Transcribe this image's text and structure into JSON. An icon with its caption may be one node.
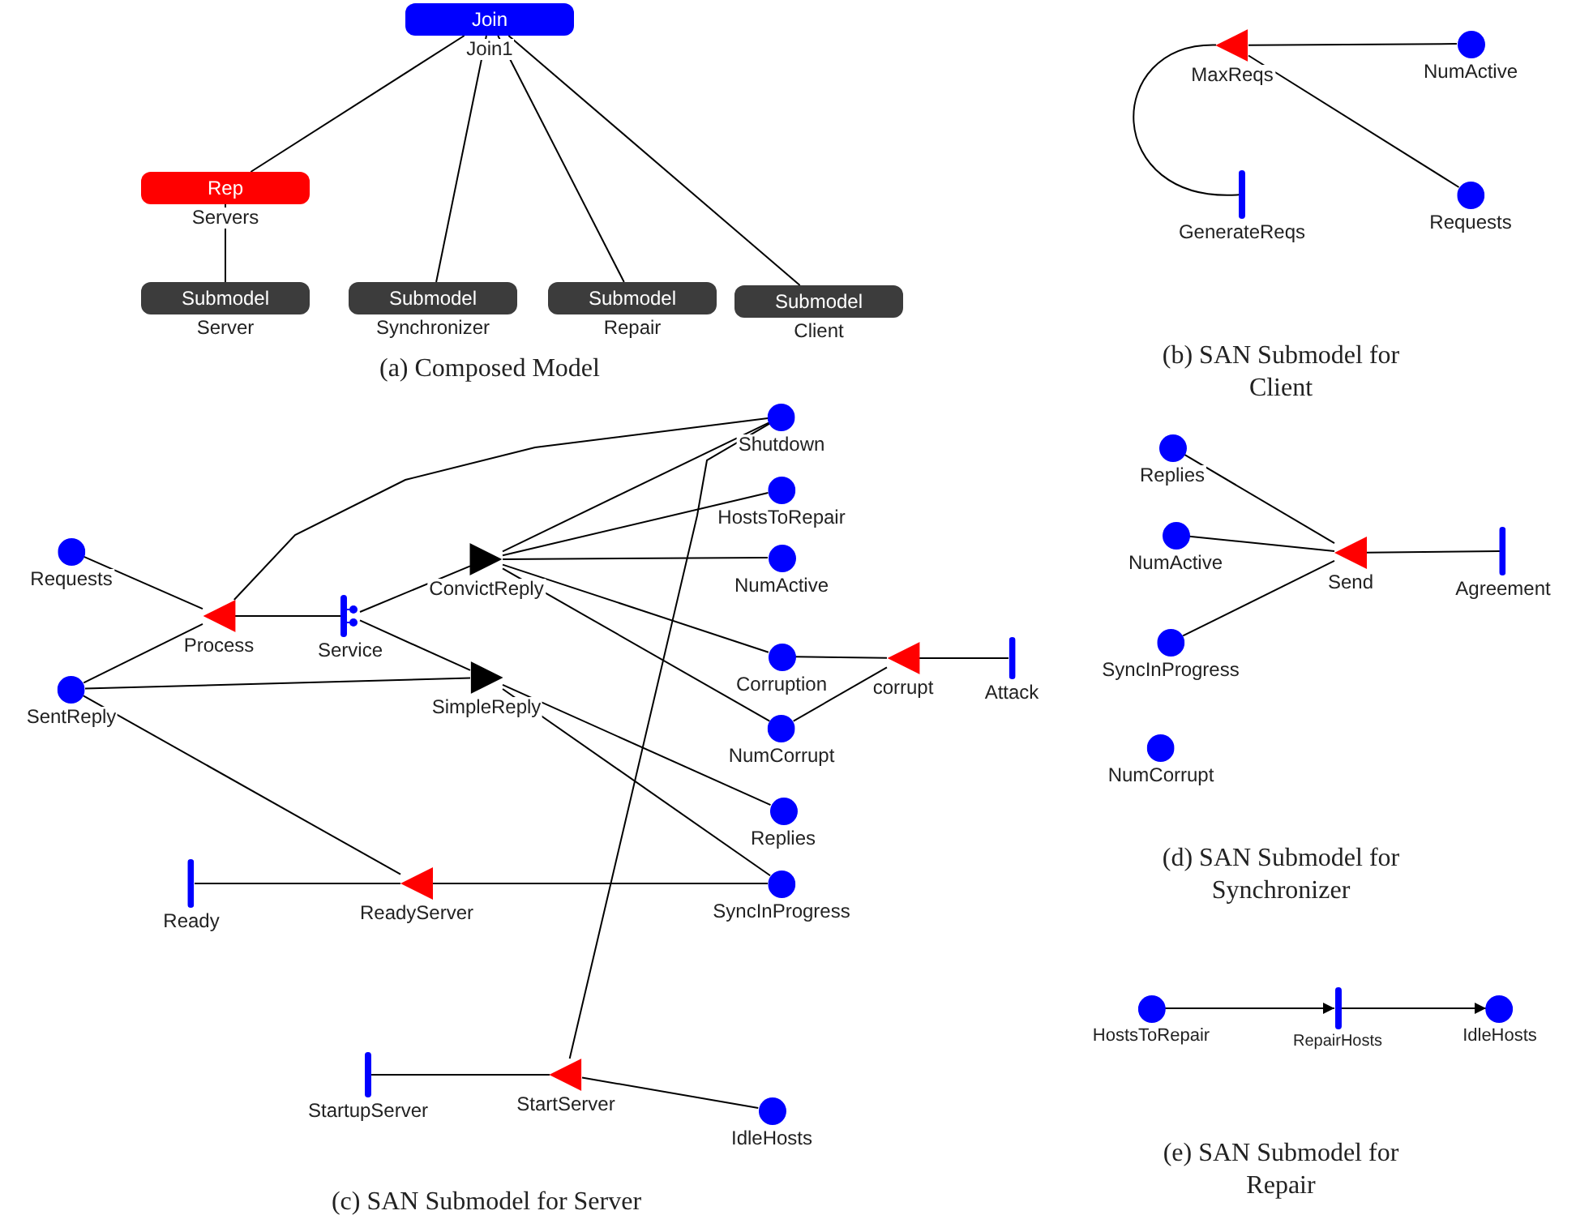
{
  "diagram": {
    "nodes": [
      {
        "text": [
          "Join",
          "Join1"
        ]
      },
      {
        "text": [
          "Rep",
          "Servers"
        ]
      },
      {
        "text": [
          "Submodel",
          "Server"
        ]
      },
      {
        "text": [
          "Submodel",
          "Synchronizer"
        ]
      },
      {
        "text": [
          "Submodel",
          "Repair"
        ]
      },
      {
        "text": [
          "Submodel",
          "Client"
        ]
      },
      {
        "text": [
          "MaxReqs"
        ]
      },
      {
        "text": [
          "NumActive"
        ]
      },
      {
        "text": [
          "GenerateReqs"
        ]
      },
      {
        "text": [
          "Requests"
        ]
      },
      {
        "text": [
          "Shutdown"
        ]
      },
      {
        "text": [
          "HostsToRepair"
        ]
      },
      {
        "text": [
          "Requests"
        ]
      },
      {
        "text": [
          "ConvictReply"
        ]
      },
      {
        "text": [
          "NumActive"
        ]
      },
      {
        "text": [
          "Process"
        ]
      },
      {
        "text": [
          "Service"
        ]
      },
      {
        "text": [
          "Corruption"
        ]
      },
      {
        "text": [
          "corrupt"
        ]
      },
      {
        "text": [
          "Attack"
        ]
      },
      {
        "text": [
          "SentReply"
        ]
      },
      {
        "text": [
          "SimpleReply"
        ]
      },
      {
        "text": [
          "NumCorrupt"
        ]
      },
      {
        "text": [
          "Replies"
        ]
      },
      {
        "text": [
          "Ready"
        ]
      },
      {
        "text": [
          "ReadyServer"
        ]
      },
      {
        "text": [
          "SyncInProgress"
        ]
      },
      {
        "text": [
          "StartupServer"
        ]
      },
      {
        "text": [
          "StartServer"
        ]
      },
      {
        "text": [
          "IdleHosts"
        ]
      },
      {
        "text": [
          "Replies"
        ]
      },
      {
        "text": [
          "NumActive"
        ]
      },
      {
        "text": [
          "Send"
        ]
      },
      {
        "text": [
          "Agreement"
        ]
      },
      {
        "text": [
          "SyncInProgress"
        ]
      },
      {
        "text": [
          "NumCorrupt"
        ]
      },
      {
        "text": [
          "HostsToRepair"
        ]
      },
      {
        "text": [
          "RepairHosts"
        ]
      },
      {
        "text": [
          "IdleHosts"
        ]
      }
    ],
    "edges": [
      {
        "from": 0,
        "to": 1,
        "arrow": "none"
      },
      {
        "from": 1,
        "to": 2,
        "arrow": "none"
      },
      {
        "from": 0,
        "to": 3,
        "arrow": "none"
      },
      {
        "from": 0,
        "to": 4,
        "arrow": "none"
      },
      {
        "from": 0,
        "to": 5,
        "arrow": "none"
      },
      {
        "from": 7,
        "to": 6,
        "arrow": "none"
      },
      {
        "from": 9,
        "to": 6,
        "arrow": "none"
      },
      {
        "from": 8,
        "to": 6,
        "arrow": "none"
      },
      {
        "from": 12,
        "to": 15,
        "arrow": "none"
      },
      {
        "from": 20,
        "to": 15,
        "arrow": "none"
      },
      {
        "from": 15,
        "to": 10,
        "arrow": "none"
      },
      {
        "from": 16,
        "to": 15,
        "arrow": "none"
      },
      {
        "from": 16,
        "to": 13,
        "arrow": "none"
      },
      {
        "from": 16,
        "to": 21,
        "arrow": "none"
      },
      {
        "from": 20,
        "to": 21,
        "arrow": "none"
      },
      {
        "from": 20,
        "to": 25,
        "arrow": "none"
      },
      {
        "from": 13,
        "to": 10,
        "arrow": "none"
      },
      {
        "from": 13,
        "to": 11,
        "arrow": "none"
      },
      {
        "from": 13,
        "to": 14,
        "arrow": "none"
      },
      {
        "from": 13,
        "to": 17,
        "arrow": "none"
      },
      {
        "from": 13,
        "to": 22,
        "arrow": "none"
      },
      {
        "from": 21,
        "to": 23,
        "arrow": "none"
      },
      {
        "from": 21,
        "to": 26,
        "arrow": "none"
      },
      {
        "from": 26,
        "to": 25,
        "arrow": "none"
      },
      {
        "from": 24,
        "to": 25,
        "arrow": "none"
      },
      {
        "from": 17,
        "to": 18,
        "arrow": "none"
      },
      {
        "from": 22,
        "to": 18,
        "arrow": "none"
      },
      {
        "from": 19,
        "to": 18,
        "arrow": "none"
      },
      {
        "from": 28,
        "to": 10,
        "arrow": "none"
      },
      {
        "from": 27,
        "to": 28,
        "arrow": "none"
      },
      {
        "from": 29,
        "to": 28,
        "arrow": "none"
      },
      {
        "from": 30,
        "to": 32,
        "arrow": "none"
      },
      {
        "from": 31,
        "to": 32,
        "arrow": "none"
      },
      {
        "from": 34,
        "to": 32,
        "arrow": "none"
      },
      {
        "from": 33,
        "to": 32,
        "arrow": "none"
      },
      {
        "from": 36,
        "to": 37,
        "arrow": "to"
      },
      {
        "from": 37,
        "to": 38,
        "arrow": "to"
      }
    ],
    "labels": [
      "(a) Composed Model",
      "(b) SAN Submodel for Client",
      "(c) SAN Submodel for Server",
      "(d) SAN Submodel for Synchronizer",
      "(e) SAN Submodel for Repair"
    ]
  }
}
